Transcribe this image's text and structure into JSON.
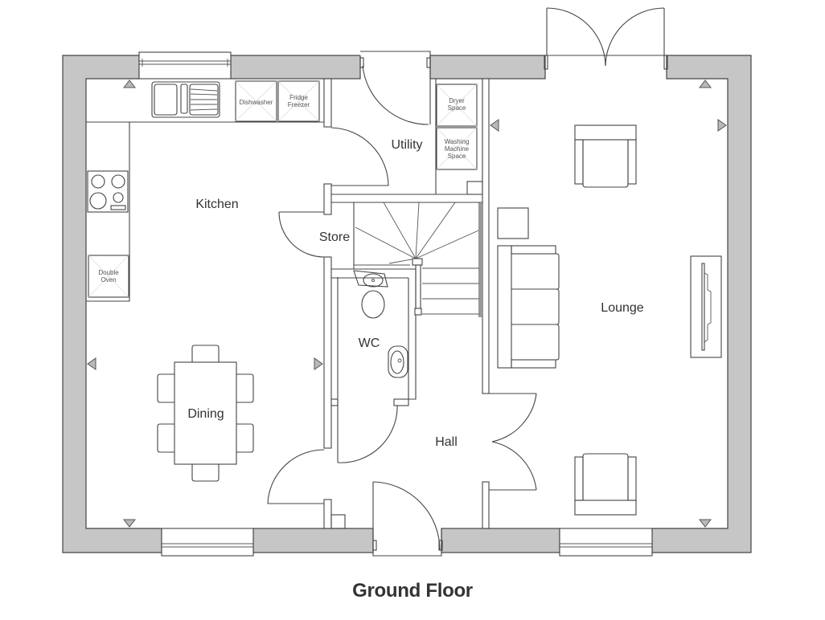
{
  "title": "Ground Floor",
  "rooms": {
    "kitchen": "Kitchen",
    "dining": "Dining",
    "store": "Store",
    "utility": "Utility",
    "wc": "WC",
    "hall": "Hall",
    "lounge": "Lounge"
  },
  "appliances": {
    "dishwasher": "Dishwasher",
    "fridge_freezer_line1": "Fridge",
    "fridge_freezer_line2": "Freezer",
    "dryer_line1": "Dryer",
    "dryer_line2": "Space",
    "washing_line1": "Washing",
    "washing_line2": "Machine",
    "washing_line3": "Space",
    "oven_line1": "Double",
    "oven_line2": "Oven"
  },
  "colors": {
    "wall_fill": "#c6c6c6",
    "line": "#444444",
    "text": "#333333"
  }
}
